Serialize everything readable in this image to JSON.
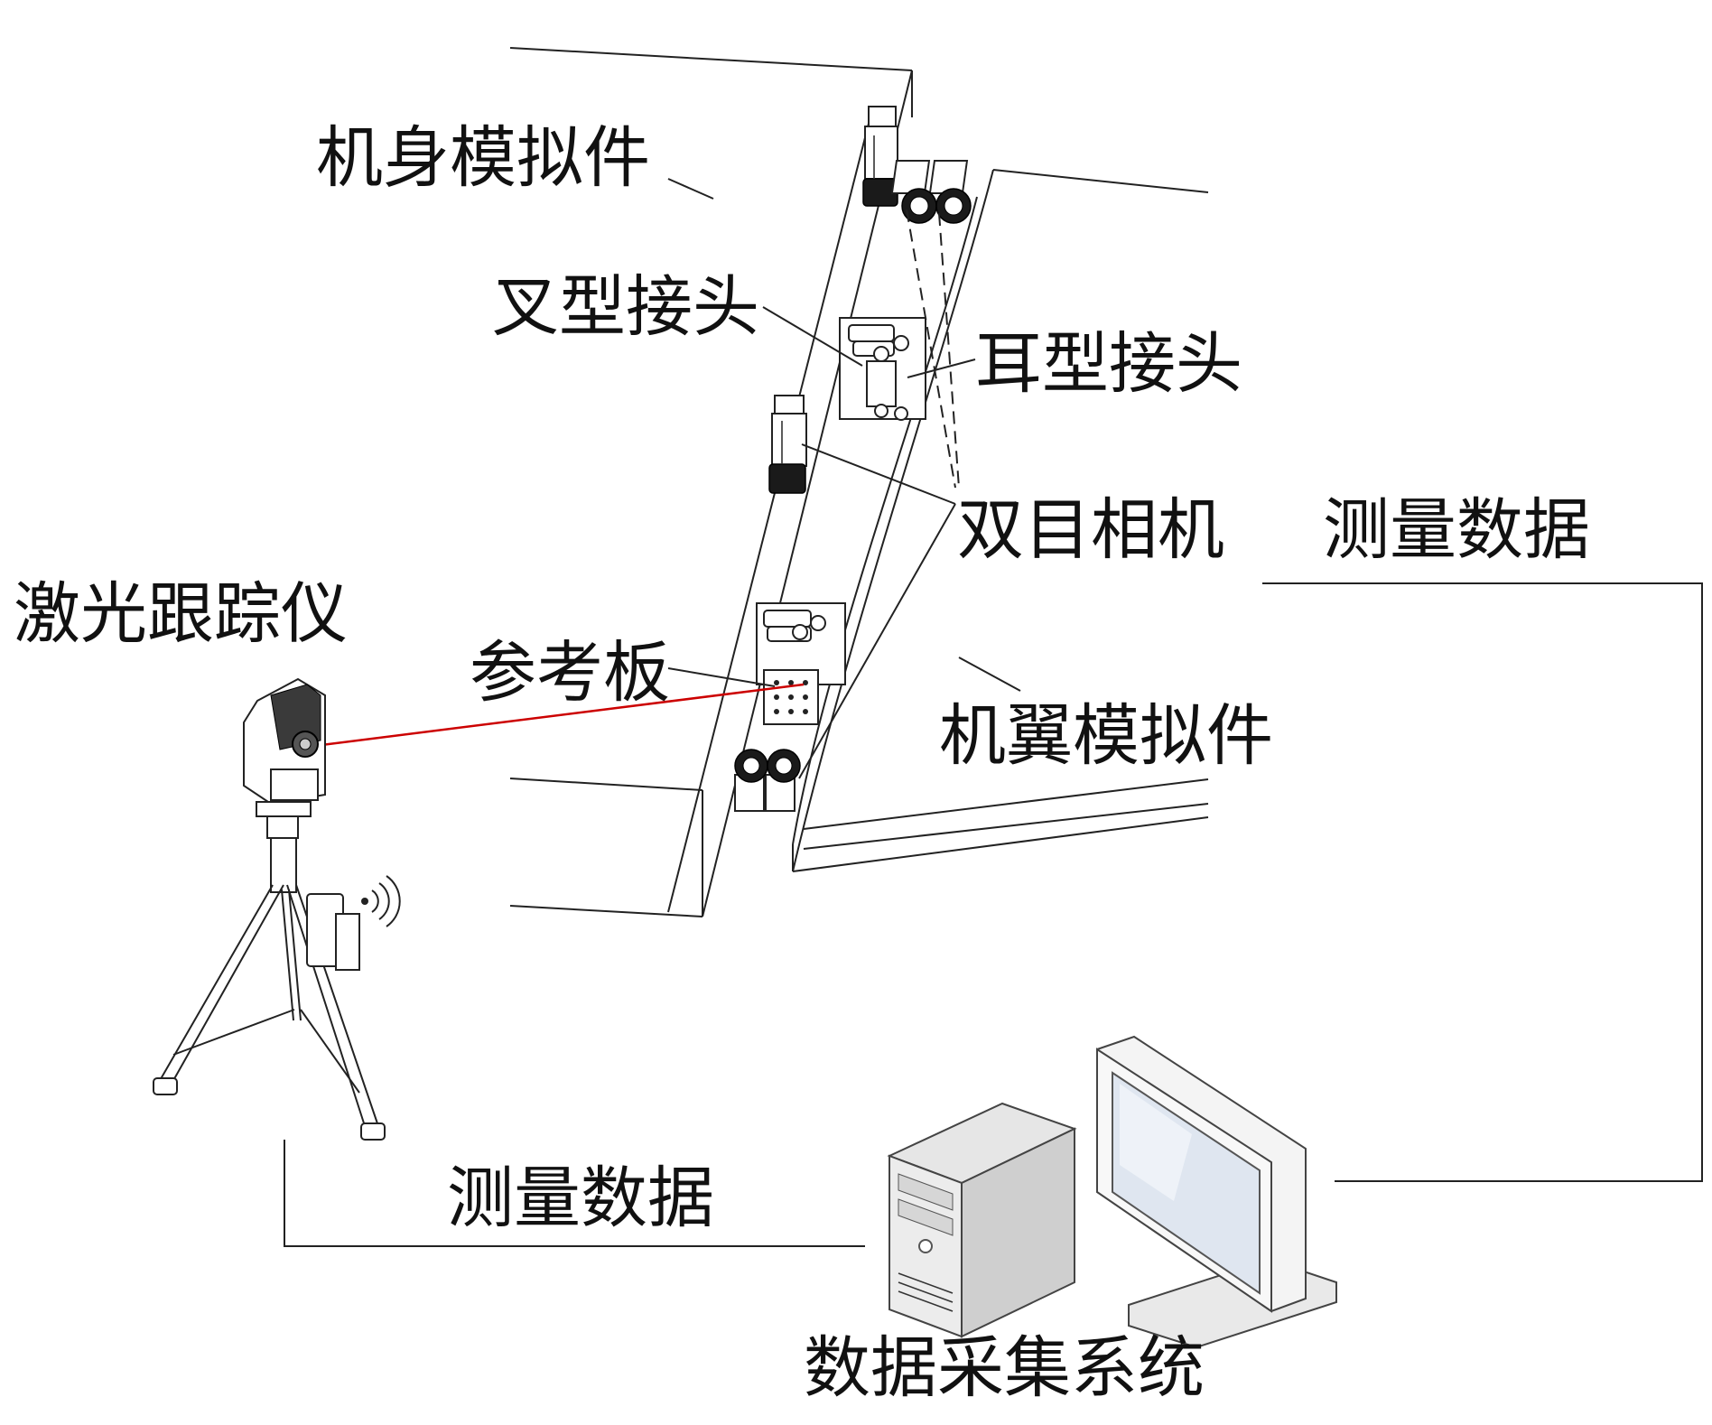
{
  "labels": {
    "fuselage": "机身模拟件",
    "fork_joint": "叉型接头",
    "ear_joint": "耳型接头",
    "stereo_camera": "双目相机",
    "measurement_data_right": "测量数据",
    "laser_tracker": "激光跟踪仪",
    "reference_plate": "参考板",
    "wing": "机翼模拟件",
    "measurement_data_bottom": "测量数据",
    "daq_system": "数据采集系统"
  },
  "colors": {
    "laser_beam": "#cc0000",
    "line": "#222222",
    "monitor_screen": "#dfe6f0",
    "computer_body": "#d4d4d4"
  },
  "icons": {
    "signal": "wireless-signal-icon"
  }
}
